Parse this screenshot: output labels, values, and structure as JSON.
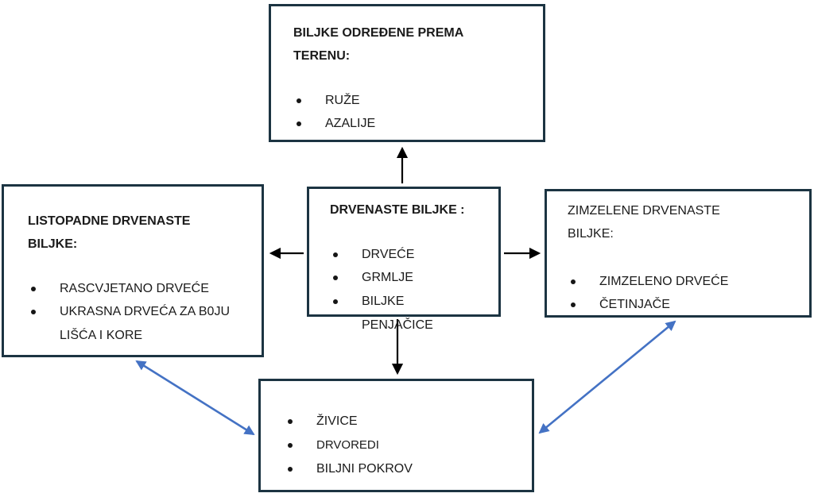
{
  "diagram": {
    "boxes": {
      "top": {
        "title": "BILJKE ODREĐENE PREMA TERENU:",
        "items": [
          "RUŽE",
          "AZALIJE"
        ]
      },
      "center": {
        "title": "DRVENASTE BILJKE :",
        "items": [
          "DRVEĆE",
          "GRMLJE",
          "BILJKE PENJAČICE"
        ]
      },
      "left": {
        "title": "LISTOPADNE DRVENASTE BILJKE:",
        "items": [
          "RASCVJETANO DRVEĆE",
          "UKRASNA DRVEĆA ZA B0JU LIŠĆA I KORE"
        ]
      },
      "right": {
        "title": "ZIMZELENE DRVENASTE BILJKE:",
        "items": [
          "ZIMZELENO DRVEĆE",
          "ČETINJAČE"
        ]
      },
      "bottom": {
        "items": [
          "ŽIVICE",
          "DRVOREDI",
          "BILJNI POKROV"
        ]
      }
    },
    "colors": {
      "box_border": "#1c3442",
      "arrow_black": "#000000",
      "arrow_blue": "#4472c4",
      "background": "#ffffff",
      "text": "#1b1b1b"
    }
  }
}
